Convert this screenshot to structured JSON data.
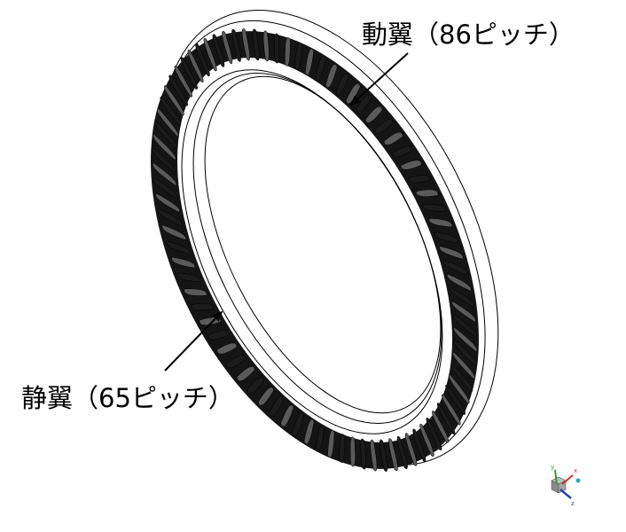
{
  "labels": {
    "rotor_blades": "動翼（86ピッチ）",
    "stator_vanes": "静翼（65ピッチ）"
  },
  "blade_counts": {
    "rotor": 86,
    "stator": 65
  },
  "axis_triad": {
    "x_label": "x",
    "y_label": "y",
    "z_label": "z"
  },
  "colors": {
    "background": "#ffffff",
    "outline": "#000000",
    "blade_dark": "#1c1c1c",
    "blade_light": "#5a5a5a",
    "axis_x": "#d23030",
    "axis_y": "#2f9a3a",
    "axis_z": "#2c3fb0"
  }
}
